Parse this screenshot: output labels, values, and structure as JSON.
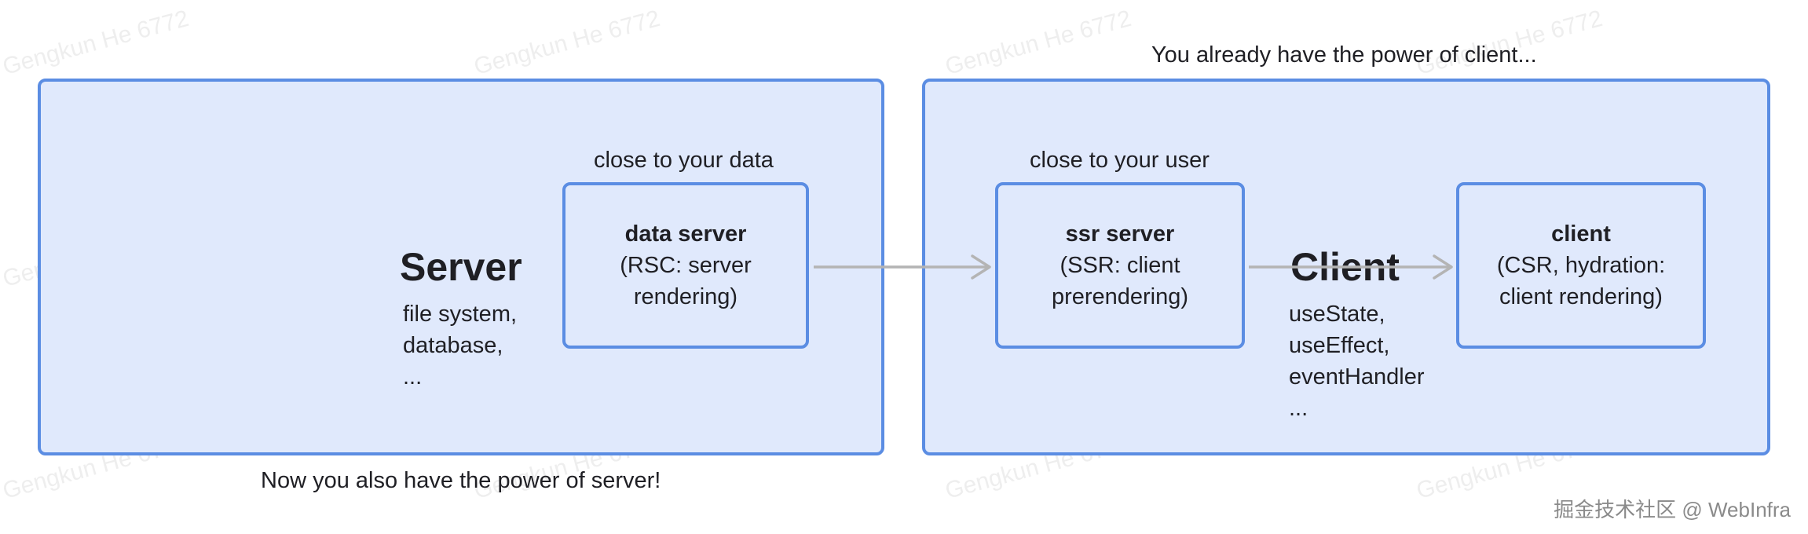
{
  "diagram": {
    "left_panel": {
      "title": "Server",
      "items": [
        "file system,",
        "database,",
        "..."
      ],
      "bottom_caption": "Now you also have the power of server!"
    },
    "right_panel": {
      "title": "Client",
      "items": [
        "useState,",
        "useEffect,",
        "eventHandler",
        "..."
      ],
      "top_caption": "You already have the power of client..."
    },
    "nodes": {
      "data_server": {
        "caption": "close to your data",
        "title": "data server",
        "desc": "(RSC: server\nrendering)"
      },
      "ssr_server": {
        "caption": "close to your user",
        "title": "ssr server",
        "desc": "(SSR: client\nprerendering)"
      },
      "client": {
        "title": "client",
        "desc": "(CSR, hydration:\nclient rendering)"
      }
    },
    "watermark_text": "Gengkun He 6772",
    "brand_text": "掘金技术社区 @ WebInfra"
  },
  "colors": {
    "panel_fill": "#e0e9fc",
    "panel_border": "#5b8de3",
    "arrow": "#b4b4b4",
    "text": "#1f1f24"
  }
}
